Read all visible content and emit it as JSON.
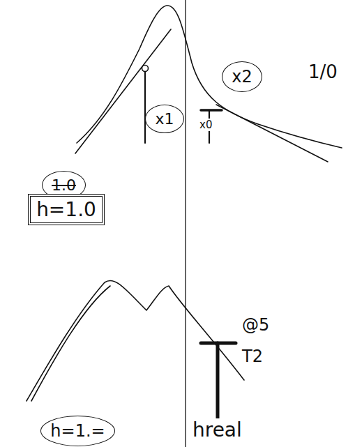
{
  "diagram": {
    "nodes": [
      {
        "text": [
          "x1"
        ]
      },
      {
        "text": [
          "x2"
        ]
      },
      {
        "text": [
          "1.0"
        ]
      },
      {
        "text": [
          "h=1.0"
        ]
      },
      {
        "text": [
          "h=1.="
        ]
      }
    ],
    "labels": [
      "x0",
      "1/0",
      "@5",
      "T2",
      "hreal"
    ]
  }
}
